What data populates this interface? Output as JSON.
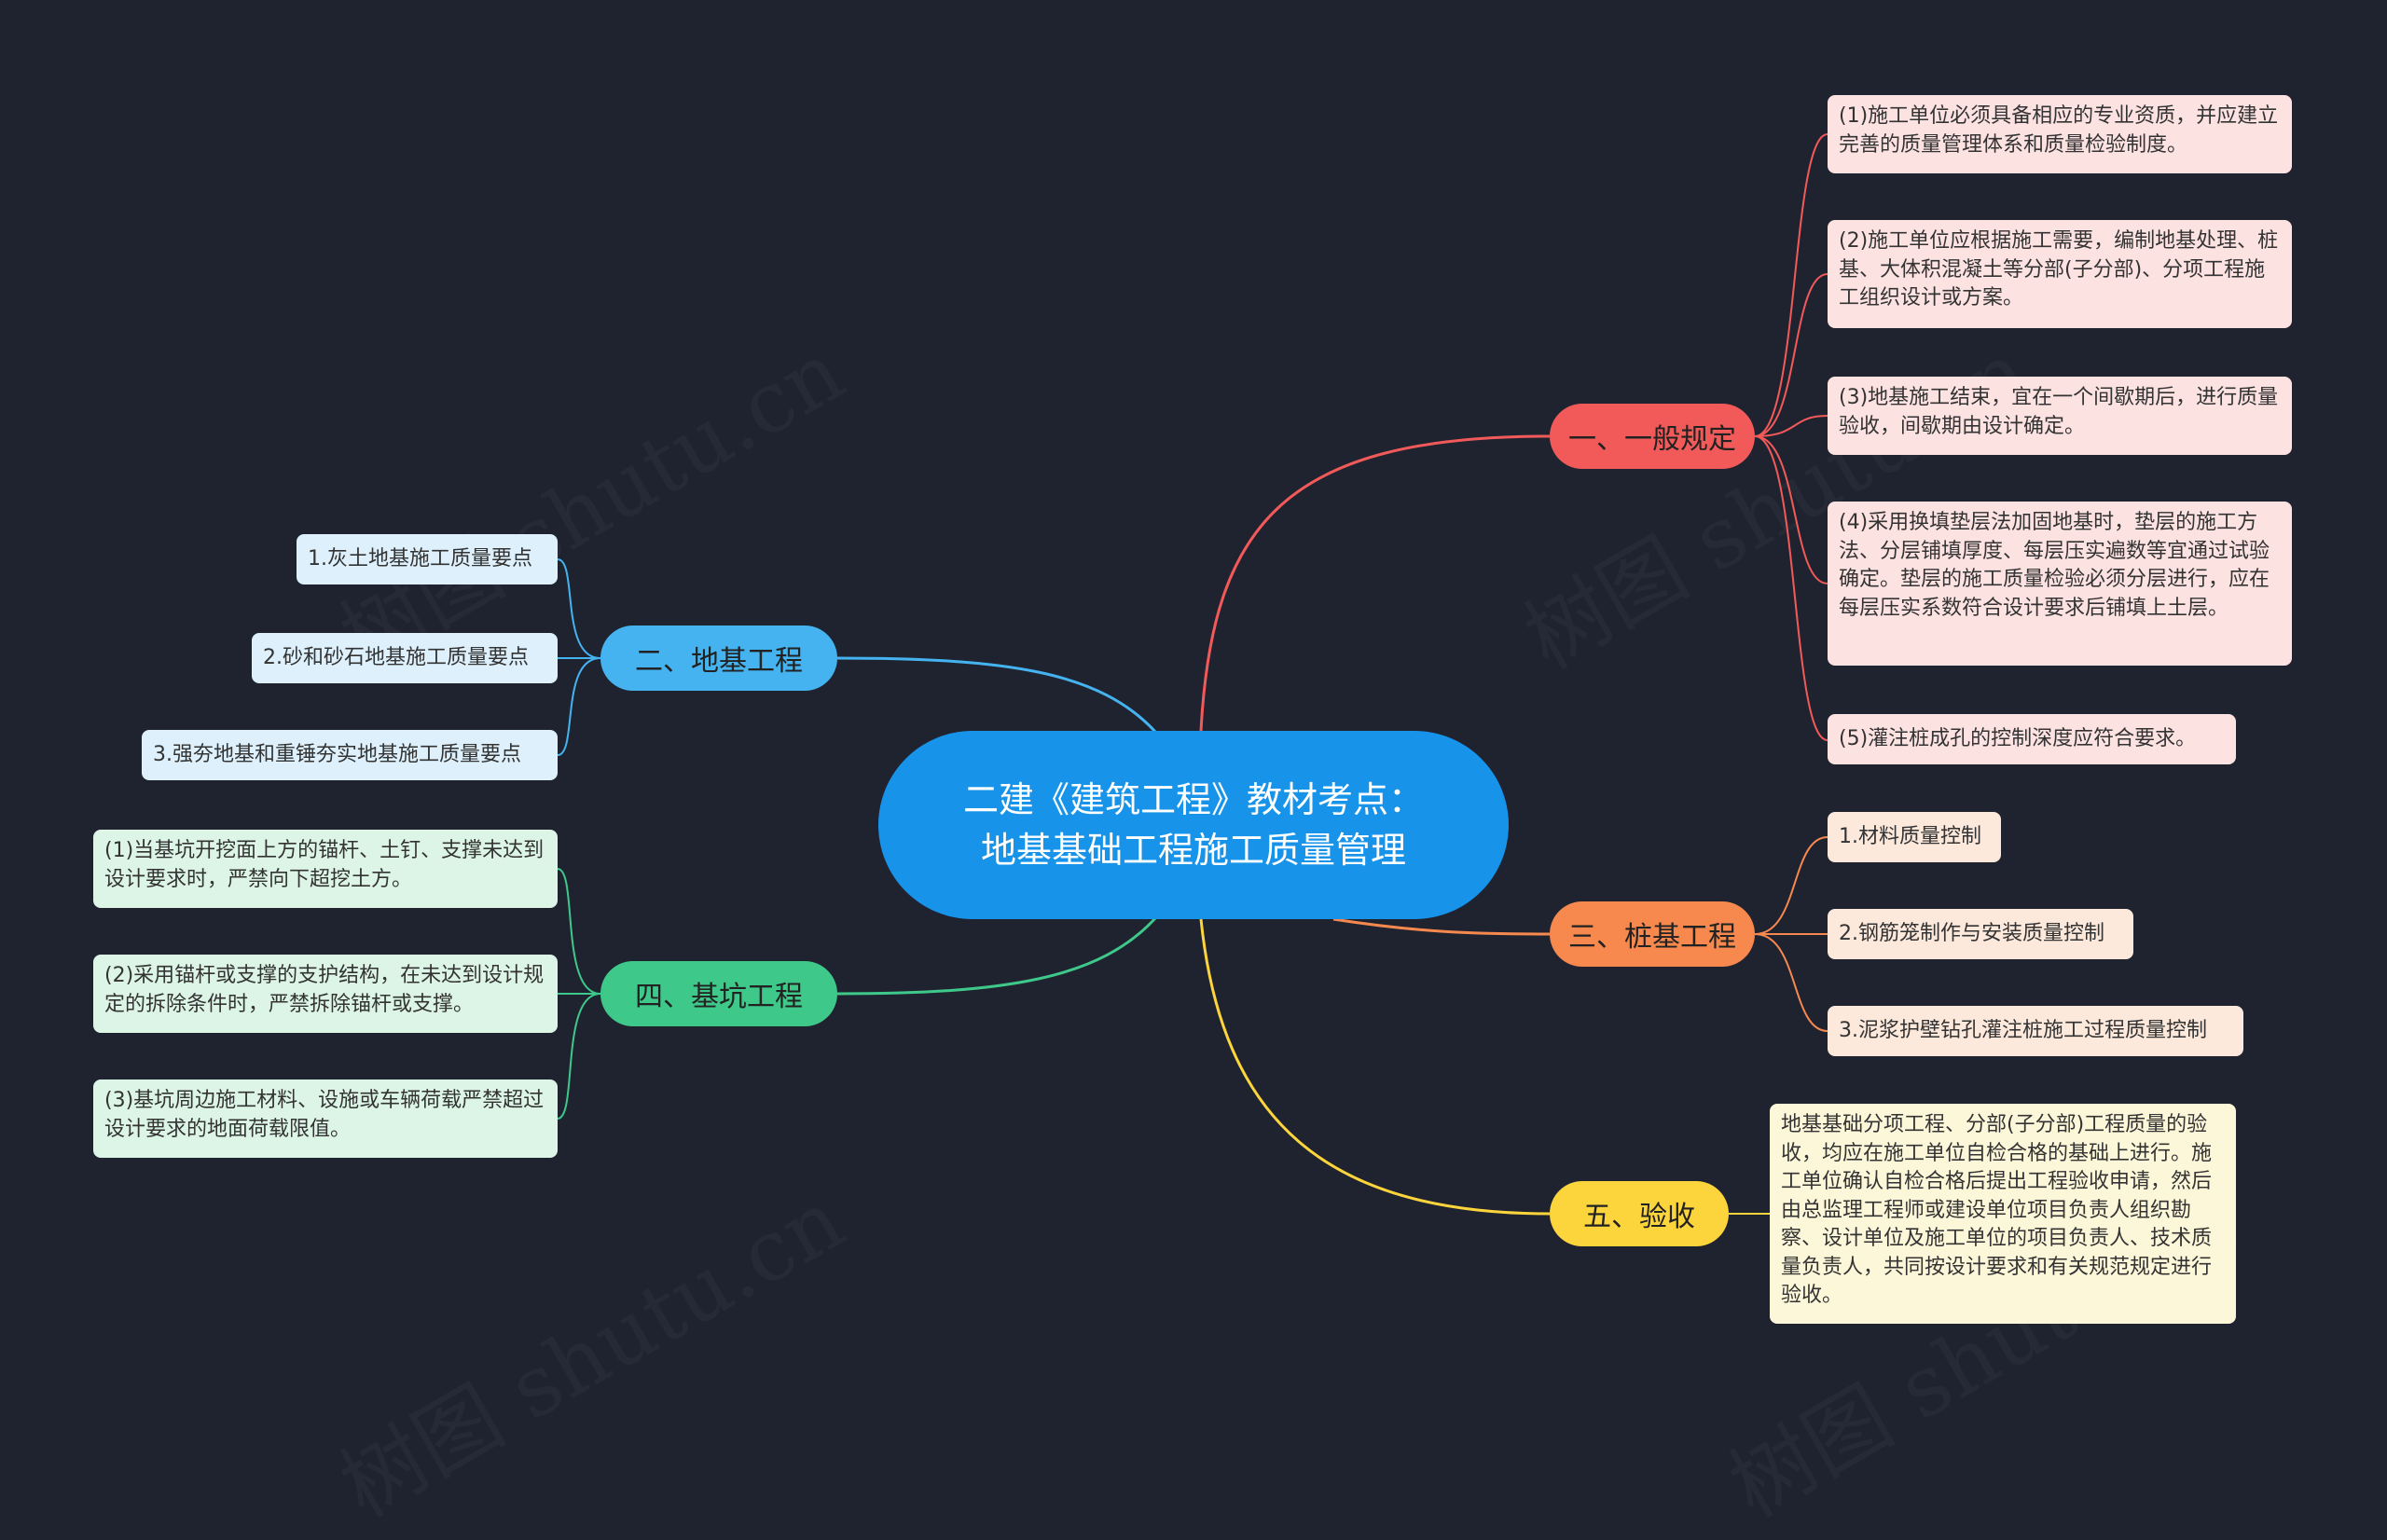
{
  "colors": {
    "background": "#1f2330",
    "root": "#1793ea",
    "red": "#f25a5a",
    "orange": "#f7894f",
    "yellow": "#fcd43c",
    "blue": "#45b3f0",
    "green": "#3ec98a"
  },
  "root": {
    "text": "二建《建筑工程》教材考点：地基基础工程施工质量管理"
  },
  "branches": {
    "general": {
      "label": "一、一般规定",
      "items": [
        "(1)施工单位必须具备相应的专业资质，并应建立完善的质量管理体系和质量检验制度。",
        "(2)施工单位应根据施工需要，编制地基处理、桩基、大体积混凝土等分部(子分部)、分项工程施工组织设计或方案。",
        "(3)地基施工结束，宜在一个间歇期后，进行质量验收，间歇期由设计确定。",
        "(4)采用换填垫层法加固地基时，垫层的施工方法、分层铺填厚度、每层压实遍数等宜通过试验确定。垫层的施工质量检验必须分层进行，应在每层压实系数符合设计要求后铺填上土层。",
        "(5)灌注桩成孔的控制深度应符合要求。"
      ]
    },
    "foundation": {
      "label": "二、地基工程",
      "items": [
        "1.灰土地基施工质量要点",
        "2.砂和砂石地基施工质量要点",
        "3.强夯地基和重锤夯实地基施工质量要点"
      ]
    },
    "pile": {
      "label": "三、桩基工程",
      "items": [
        "1.材料质量控制",
        "2.钢筋笼制作与安装质量控制",
        "3.泥浆护壁钻孔灌注桩施工过程质量控制"
      ]
    },
    "pit": {
      "label": "四、基坑工程",
      "items": [
        "(1)当基坑开挖面上方的锚杆、土钉、支撑未达到设计要求时，严禁向下超挖土方。",
        "(2)采用锚杆或支撑的支护结构，在未达到设计规定的拆除条件时，严禁拆除锚杆或支撑。",
        "(3)基坑周边施工材料、设施或车辆荷载严禁超过设计要求的地面荷载限值。"
      ]
    },
    "acceptance": {
      "label": "五、验收",
      "items": [
        "地基基础分项工程、分部(子分部)工程质量的验收，均应在施工单位自检合格的基础上进行。施工单位确认自检合格后提出工程验收申请，然后由总监理工程师或建设单位项目负责人组织勘察、设计单位及施工单位的项目负责人、技术质量负责人，共同按设计要求和有关规范规定进行验收。"
      ]
    }
  },
  "watermark": "树图 shutu.cn"
}
